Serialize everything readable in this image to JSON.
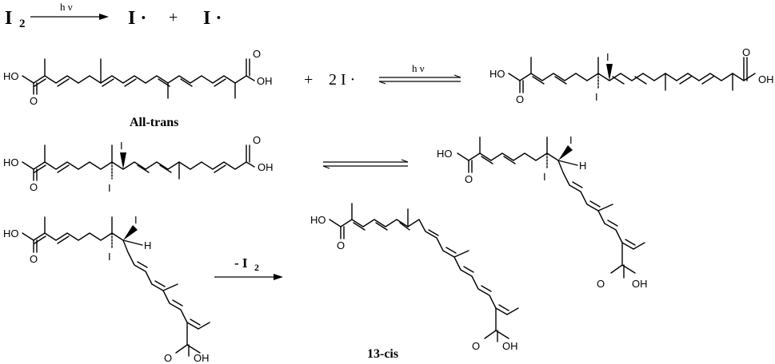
{
  "reaction1": {
    "reactant_sym": "I",
    "reactant_sub": "2",
    "condition": "h ν",
    "product1": "I ·",
    "plus": "+",
    "product2": "I ·"
  },
  "reaction2": {
    "plus": "+",
    "reagent": "2 I ·",
    "condition": "h ν"
  },
  "names": {
    "all_trans": "All-trans",
    "cis13": "13-cis"
  },
  "elim": {
    "label_prefix": "- I",
    "label_sub": "2"
  },
  "atoms": {
    "ho": "HO",
    "oh": "OH",
    "o": "O",
    "i": "I",
    "h": "H"
  }
}
